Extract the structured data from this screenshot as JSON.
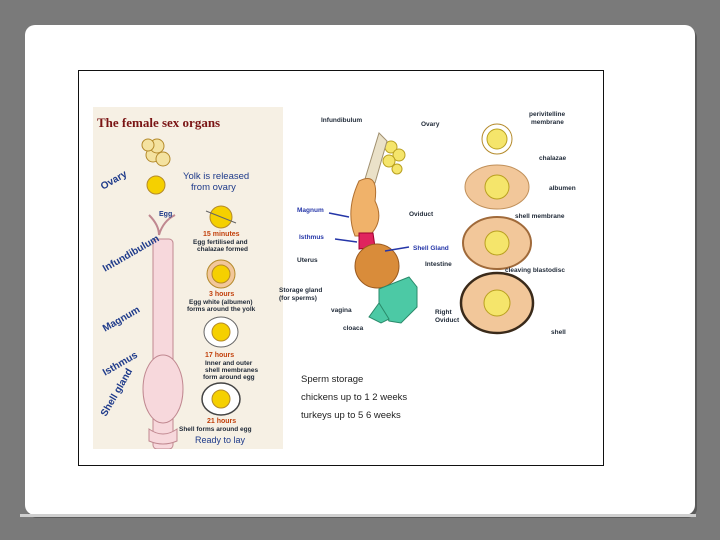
{
  "left_panel": {
    "title": "The female sex organs",
    "organ_labels": {
      "ovary": "Ovary",
      "infundibulum": "Infundibulum",
      "magnum": "Magnum",
      "isthmus": "Isthmus",
      "shell_gland": "Shell gland"
    },
    "yolk_note": "Yolk is released",
    "yolk_note2": "from ovary",
    "egg_label": "Egg",
    "stages": [
      {
        "time": "15 minutes",
        "line1": "Egg fertilised and",
        "line2": "chalazae formed",
        "line3": ""
      },
      {
        "time": "3 hours",
        "line1": "Egg white (albumen)",
        "line2": "forms around the yolk",
        "line3": ""
      },
      {
        "time": "17 hours",
        "line1": "Inner and outer",
        "line2": "shell membranes",
        "line3": "form around egg"
      },
      {
        "time": "21 hours",
        "line1": "Shell forms around egg",
        "line2": "",
        "line3": ""
      }
    ],
    "ready_label": "Ready to lay"
  },
  "middle_panel": {
    "labels": {
      "infundibulum": "Infundibulum",
      "ovary": "Ovary",
      "magnum": "Magnum",
      "oviduct": "Oviduct",
      "isthmus": "Isthmus",
      "shell_gland": "Shell Gland",
      "uterus": "Uterus",
      "intestine": "Intestine",
      "storage_gland": "Storage gland",
      "for_sperms": "(for sperms)",
      "vagina": "vagina",
      "right": "Right",
      "right_oviduct": "Oviduct",
      "cloaca": "cloaca"
    },
    "sperm_title": "Sperm storage",
    "chickens": "chickens up to 1 2 weeks",
    "turkeys": "turkeys up to 5 6 weeks"
  },
  "right_panel": {
    "labels": {
      "perivitelline": "perivitelline",
      "membrane": "membrane",
      "chalazae": "chalazae",
      "albumen": "albumen",
      "shell_membrane": "shell membrane",
      "cleaving": "cleaving blastodisc",
      "shell": "shell"
    }
  },
  "colors": {
    "yolk": "#f5d000",
    "albumen": "#f2c79a",
    "oviduct": "#f7d8dc",
    "uterus": "#d98c3a",
    "vagina": "#4cc9a5",
    "isthmus": "#e0245e"
  }
}
